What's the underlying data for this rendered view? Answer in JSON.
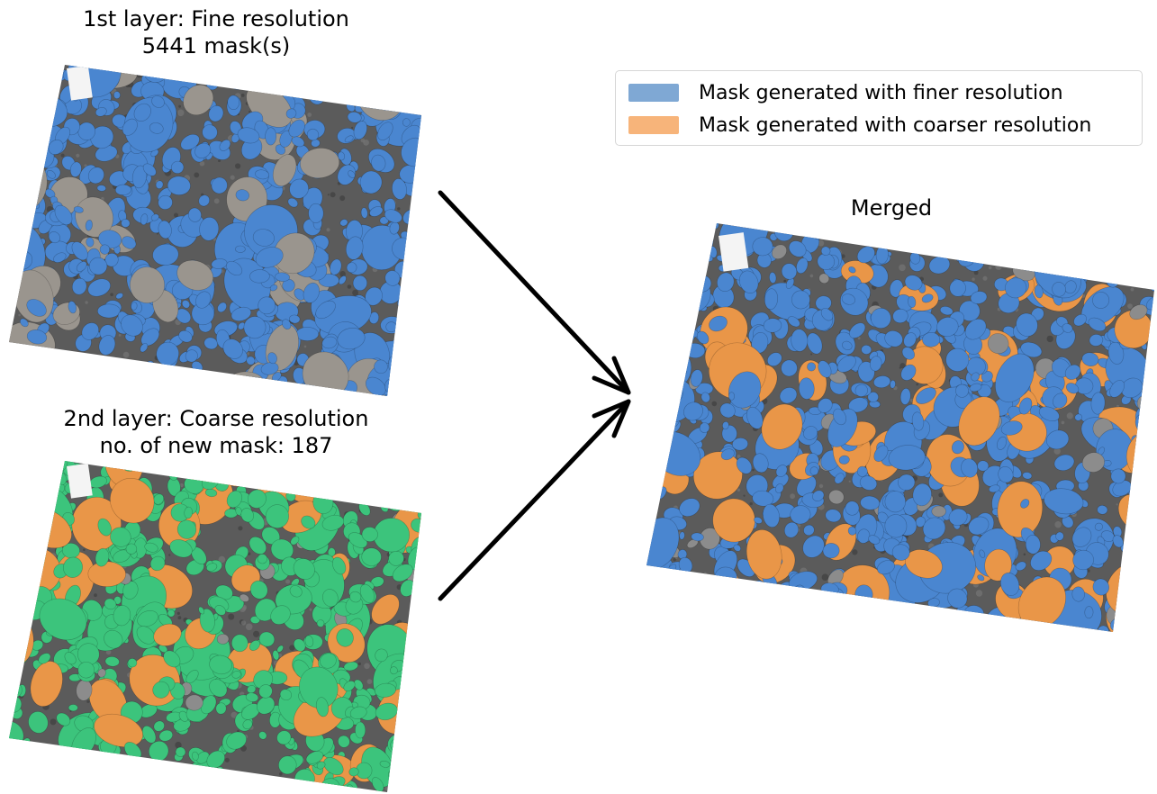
{
  "panels": {
    "fine": {
      "title_line1": "1st layer: Fine resolution",
      "title_line2": "5441 mask(s)"
    },
    "coarse": {
      "title_line1": "2nd layer: Coarse resolution",
      "title_line2": "no. of new mask: 187"
    },
    "merged": {
      "title": "Merged"
    }
  },
  "legend": {
    "items": [
      {
        "label": "Mask generated with finer resolution",
        "color": "#7fa8d4"
      },
      {
        "label": "Mask generated with coarser resolution",
        "color": "#f7b47a"
      }
    ]
  },
  "colors": {
    "fine_mask": "#4a86d0",
    "coarse_mask_new": "#e99648",
    "coarse_mask_existing": "#3cc47c",
    "ground": "#5b5b5b",
    "arrow": "#000000"
  }
}
